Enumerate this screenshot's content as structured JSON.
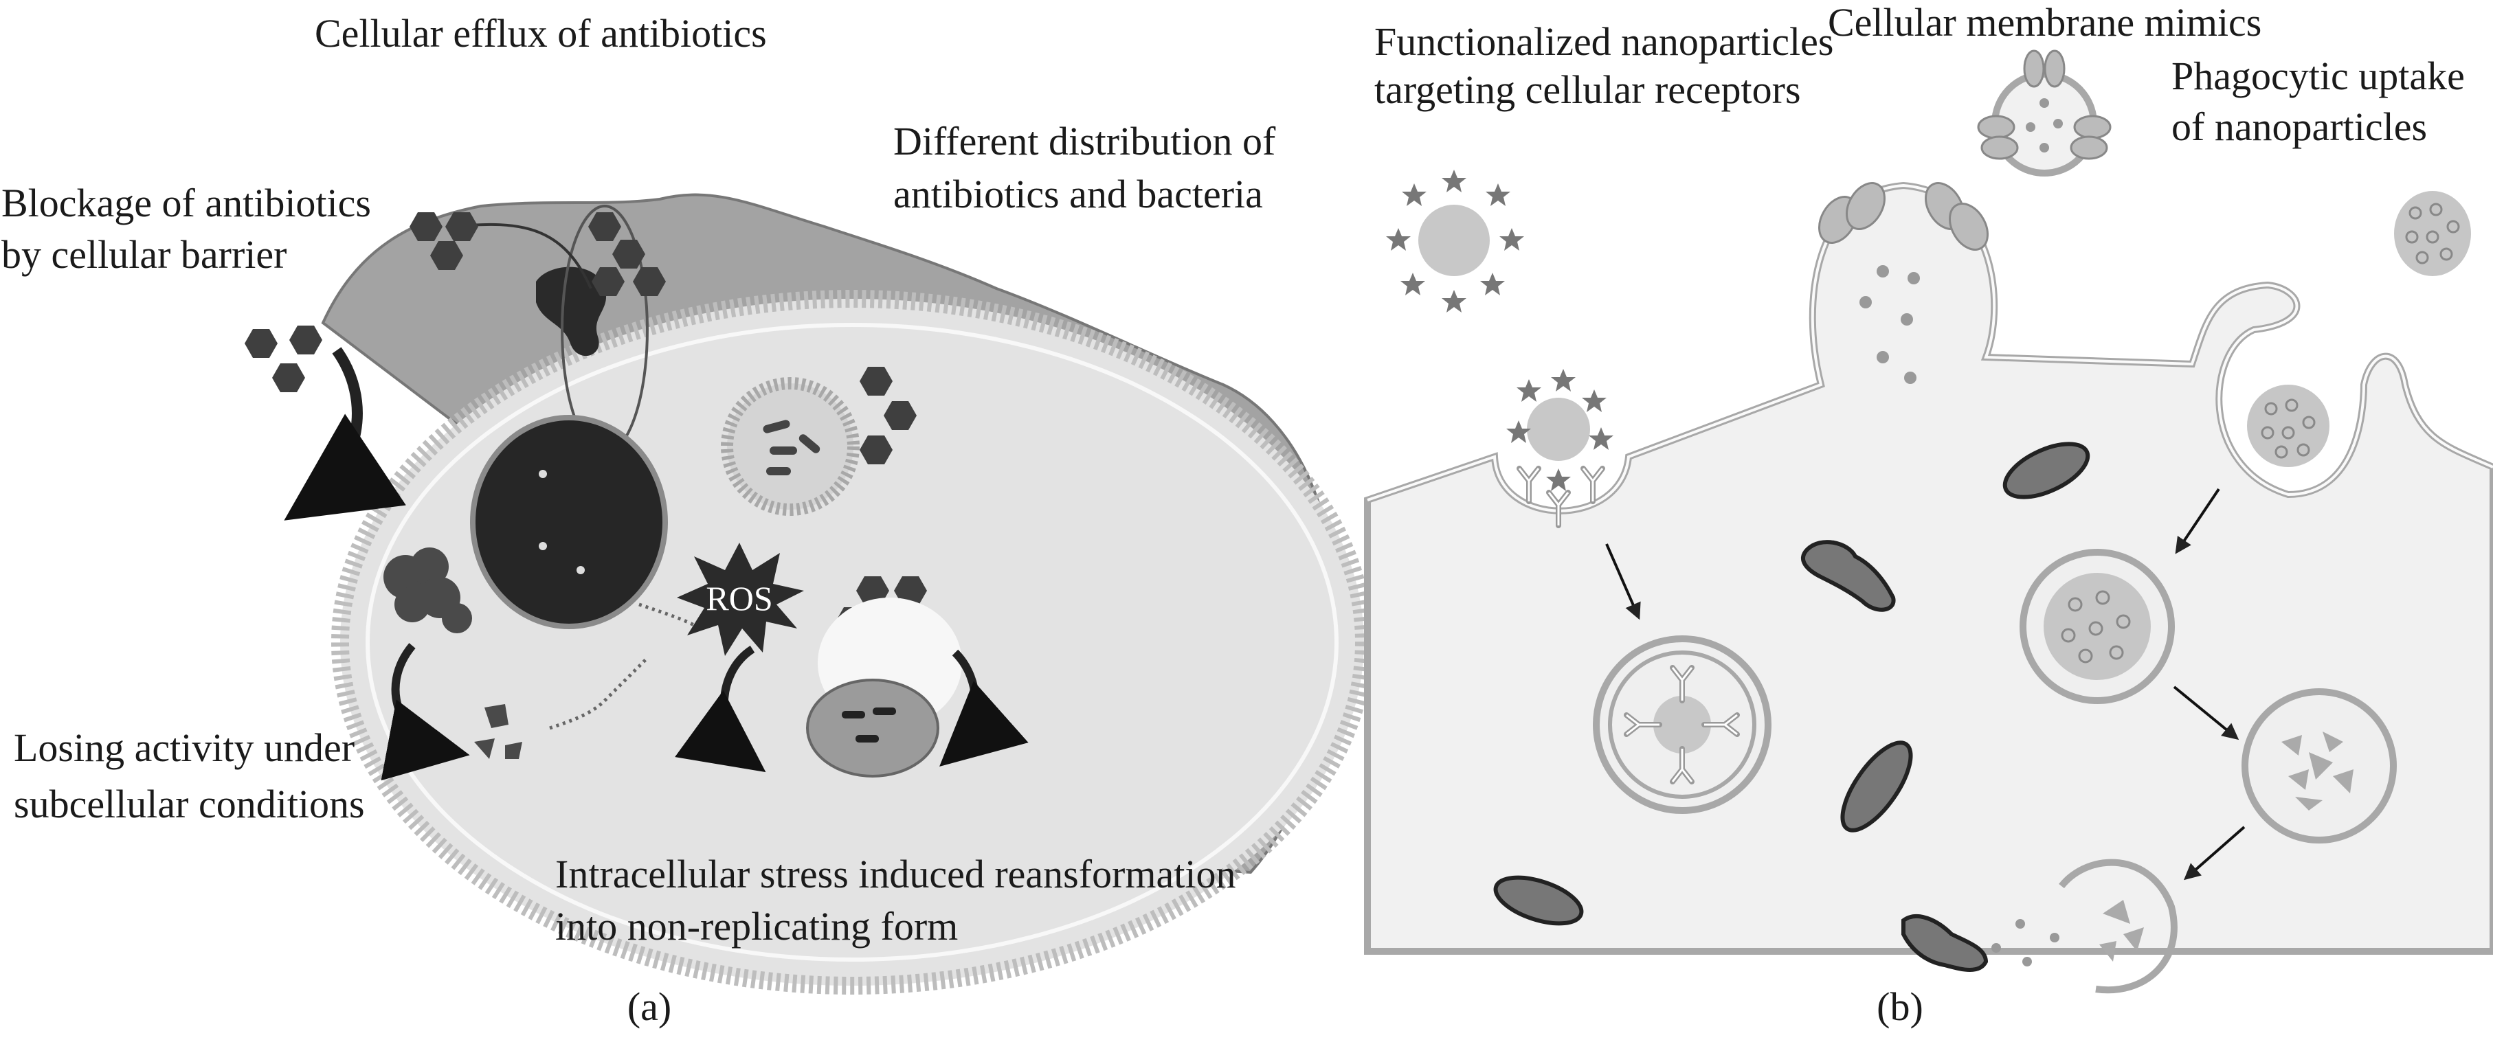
{
  "panel_a": {
    "caption": "(a)",
    "labels": {
      "efflux": "Cellular efflux of antibiotics",
      "blockage_1": "Blockage of antibiotics",
      "blockage_2": "by cellular barrier",
      "distribution_1": "Different distribution of",
      "distribution_2": "antibiotics and bacteria",
      "losing_1": "Losing activity under",
      "losing_2": "subcellular conditions",
      "stress_1": "Intracellular stress induced reansformation",
      "stress_2": "into non-replicating form",
      "ros": "ROS"
    }
  },
  "panel_b": {
    "caption": "(b)",
    "labels": {
      "functionalized_1": "Functionalized nanoparticles",
      "functionalized_2": "targeting cellular receptors",
      "mimics": "Cellular membrane mimics",
      "phagocytic_1": "Phagocytic uptake",
      "phagocytic_2": "of nanoparticles"
    }
  },
  "colors": {
    "dark": "#3a3a3a",
    "cytoplasm": "#e4e4e4",
    "outer": "#9a9a9a",
    "membrane": "#b8b8b8",
    "panel_b_bg": "#f1f1f1"
  }
}
